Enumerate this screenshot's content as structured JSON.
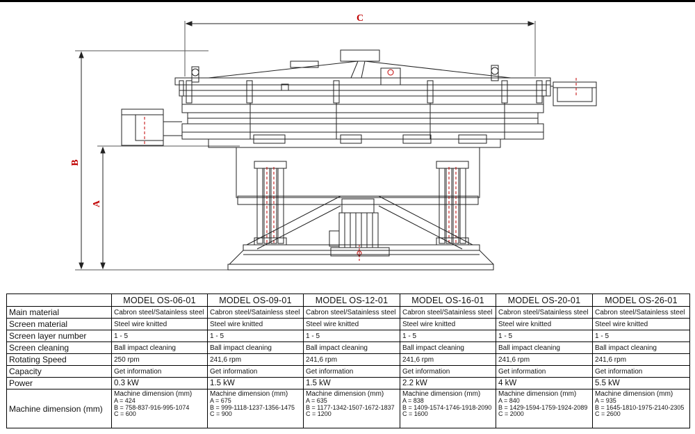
{
  "drawing": {
    "dim_c_label": "C",
    "dim_b_label": "B",
    "dim_a_label": "A"
  },
  "table": {
    "models": [
      "MODEL OS-06-01",
      "MODEL OS-09-01",
      "MODEL OS-12-01",
      "MODEL OS-16-01",
      "MODEL OS-20-01",
      "MODEL OS-26-01"
    ],
    "rows": [
      {
        "label": "Main material",
        "values": [
          "Cabron steel/Satainless steel",
          "Cabron steel/Satainless steel",
          "Cabron steel/Satainless steel",
          "Cabron steel/Satainless steel",
          "Cabron steel/Satainless steel",
          "Cabron steel/Satainless steel"
        ]
      },
      {
        "label": "Screen material",
        "values": [
          "Steel wire knitted",
          "Steel wire knitted",
          "Steel wire knitted",
          "Steel wire knitted",
          "Steel wire knitted",
          "Steel wire knitted"
        ]
      },
      {
        "label": "Screen layer number",
        "values": [
          "1 - 5",
          "1 - 5",
          "1 - 5",
          "1 - 5",
          "1 - 5",
          "1 - 5"
        ]
      },
      {
        "label": "Screen cleaning",
        "values": [
          "Ball impact cleaning",
          "Ball impact cleaning",
          "Ball impact cleaning",
          "Ball impact cleaning",
          "Ball impact cleaning",
          "Ball impact cleaning"
        ]
      },
      {
        "label": "Rotating Speed",
        "values": [
          "250 rpm",
          "241,6 rpm",
          "241,6 rpm",
          "241,6 rpm",
          "241,6 rpm",
          "241,6 rpm"
        ]
      },
      {
        "label": "Capacity",
        "values": [
          "Get information",
          "Get information",
          "Get information",
          "Get information",
          "Get information",
          "Get information"
        ]
      },
      {
        "label": "Power",
        "values": [
          "0.3 kW",
          "1.5 kW",
          "1.5 kW",
          "2.2 kW",
          "4 kW",
          "5.5 kW"
        ]
      }
    ],
    "dimension_row": {
      "label": "Machine dimension (mm)",
      "cells": [
        {
          "heading": "Machine dimension (mm)",
          "a": "A = 424",
          "b": "B = 758-837-916-995-1074",
          "c": "C = 600"
        },
        {
          "heading": "Machine dimension (mm)",
          "a": "A = 675",
          "b": "B = 999-1118-1237-1356-1475",
          "c": "C = 900"
        },
        {
          "heading": "Machine dimension (mm)",
          "a": "A = 635",
          "b": "B = 1177-1342-1507-1672-1837",
          "c": "C = 1200"
        },
        {
          "heading": "Machine dimension (mm)",
          "a": "A = 838",
          "b": "B = 1409-1574-1746-1918-2090",
          "c": "C = 1600"
        },
        {
          "heading": "Machine dimension (mm)",
          "a": "A = 840",
          "b": "B = 1429-1594-1759-1924-2089",
          "c": "C = 2000"
        },
        {
          "heading": "Machine dimension (mm)",
          "a": "A = 935",
          "b": "B = 1645-1810-1975-2140-2305",
          "c": "C = 2600"
        }
      ]
    }
  }
}
